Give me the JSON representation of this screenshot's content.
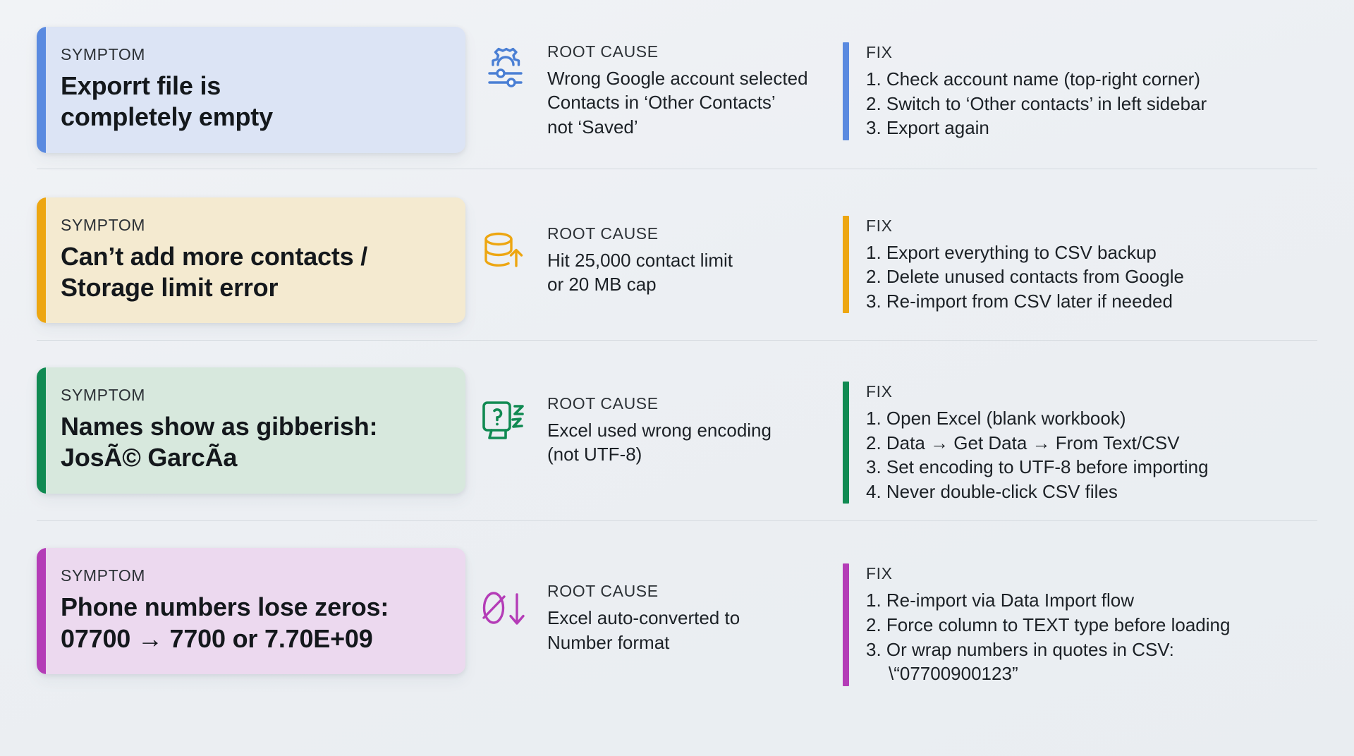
{
  "labels": {
    "symptom": "SYMPTOM",
    "root_cause": "ROOT CAUSE",
    "fix": "FIX"
  },
  "colors": {
    "blue_accent": "#5a8ae0",
    "blue_bg": "#dce4f5",
    "amber_accent": "#eda611",
    "amber_bg": "#f4ead0",
    "green_accent": "#108a52",
    "green_bg": "#d7e8dd",
    "purple_accent": "#b43cb7",
    "purple_bg": "#ecd9ef",
    "page_bg": "#eef1f4",
    "divider": "#d5dadf",
    "text": "#1c2126"
  },
  "rows": [
    {
      "accent": "blue",
      "icon": "gear-sliders-icon",
      "symptom_line1": "Exporrt file is",
      "symptom_line2": "completely empty",
      "cause_lines": [
        "Wrong Google account selected",
        "Contacts in ‘Other Contacts’",
        "not ‘Saved’"
      ],
      "fix_steps": [
        "1. Check account name (top-right corner)",
        "2. Switch to ‘Other contacts’ in left sidebar",
        "3. Export again"
      ]
    },
    {
      "accent": "amber",
      "icon": "database-upload-icon",
      "symptom_line1": "Can’t add more contacts /",
      "symptom_line2": "Storage limit error",
      "cause_lines": [
        "Hit 25,000 contact limit",
        "or 20 MB cap"
      ],
      "fix_steps": [
        "1. Export everything to CSV backup",
        "2. Delete unused contacts from Google",
        "3. Re-import from CSV later if needed"
      ]
    },
    {
      "accent": "green",
      "icon": "question-bubble-icon",
      "symptom_line1": "Names show as gibberish:",
      "symptom_line2": "JosÃ© GarcÃ­a",
      "cause_lines": [
        "Excel used wrong encoding",
        "(not UTF-8)"
      ],
      "fix_steps": [
        "1. Open Excel (blank workbook)",
        "2. Data → Get Data → From Text/CSV",
        "3. Set encoding to UTF-8 before importing",
        "4. Never double-click CSV files"
      ]
    },
    {
      "accent": "purple",
      "icon": "zero-strikethrough-down-arrow-icon",
      "symptom_line1": "Phone numbers lose zeros:",
      "symptom_line2": "07700 → 7700 or 7.70E+09",
      "cause_lines": [
        "Excel auto-converted to",
        "Number format"
      ],
      "fix_steps": [
        "1. Re-import via Data Import flow",
        "2. Force column to TEXT type before loading",
        "3. Or wrap numbers in quotes in CSV:"
      ],
      "fix_continuation": "\\“07700900123”"
    }
  ]
}
